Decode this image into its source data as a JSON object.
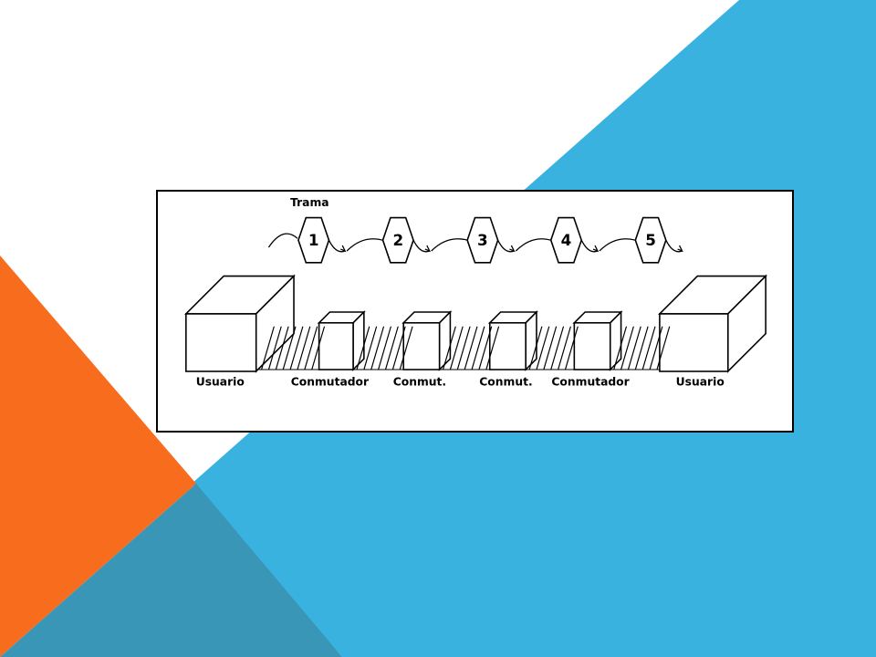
{
  "colors": {
    "blue": "#3ab2e0",
    "orange": "#f86c1e",
    "steel": "#3a96b6",
    "white": "#ffffff",
    "ink": "#000000"
  },
  "diagram": {
    "frame_label": "Trama",
    "frames": [
      "1",
      "2",
      "3",
      "4",
      "5"
    ],
    "nodes": [
      "Usuario",
      "Conmutador",
      "Conmut.",
      "Conmut.",
      "Conmutador",
      "Usuario"
    ]
  }
}
